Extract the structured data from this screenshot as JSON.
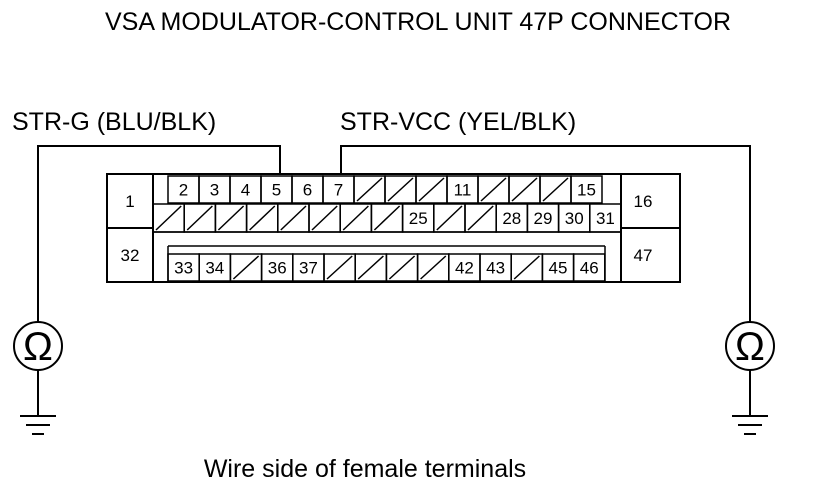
{
  "title": "VSA MODULATOR-CONTROL UNIT 47P CONNECTOR",
  "wires": {
    "left": "STR-G (BLU/BLK)",
    "right": "STR-VCC (YEL/BLK)"
  },
  "connector": {
    "row1_left": "1",
    "row2_left": "32",
    "row1_right": "16",
    "row2_right": "47",
    "upper_top": [
      "2",
      "3",
      "4",
      "5",
      "6",
      "7",
      "",
      "",
      "",
      "11",
      "",
      "",
      "",
      "15"
    ],
    "upper_bottom": [
      "",
      "",
      "",
      "",
      "",
      "",
      "",
      "",
      "25",
      "",
      "",
      "28",
      "29",
      "30",
      "31"
    ],
    "lower": [
      "33",
      "34",
      "",
      "36",
      "37",
      "",
      "",
      "",
      "",
      "42",
      "43",
      "",
      "45",
      "46"
    ]
  },
  "meter_symbol": "Ω",
  "footer": "Wire side of female terminals"
}
